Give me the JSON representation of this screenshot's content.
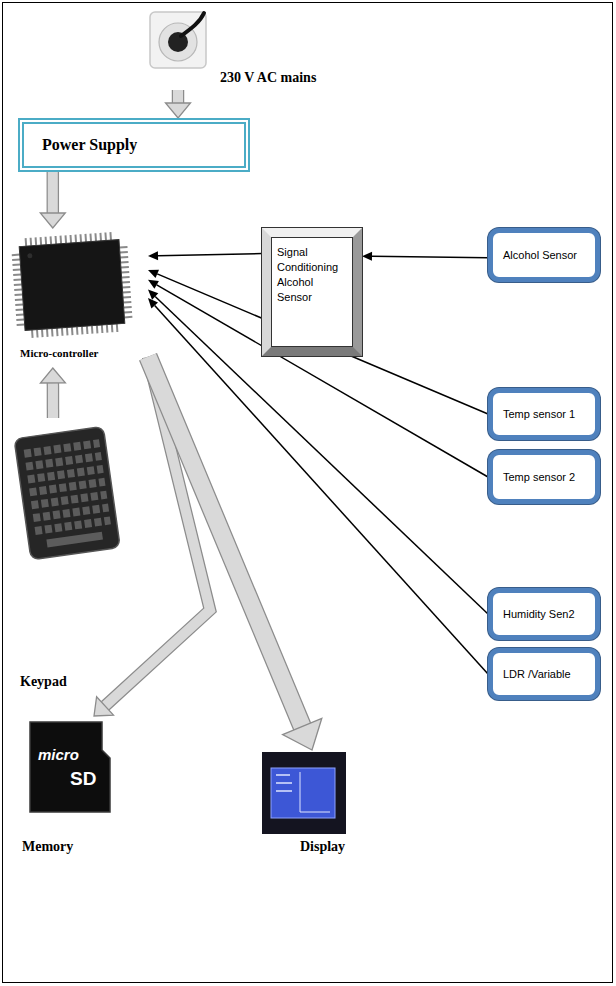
{
  "diagram": {
    "nodes": [
      {
        "text": [
          "230 V AC mains"
        ]
      },
      {
        "text": [
          "Power Supply"
        ]
      },
      {
        "text": [
          "Signal Conditioning Alcohol Sensor"
        ]
      },
      {
        "text": [
          "Alcohol Sensor"
        ]
      },
      {
        "text": [
          "Micro-controller"
        ]
      },
      {
        "text": [
          "Temp sensor 1"
        ]
      },
      {
        "text": [
          "Temp sensor 2"
        ]
      },
      {
        "text": [
          "Humidity Sen2"
        ]
      },
      {
        "text": [
          "LDR /Variable"
        ]
      },
      {
        "text": [
          "Keypad"
        ]
      },
      {
        "text": [
          "Memory"
        ]
      },
      {
        "text": [
          "Display"
        ]
      }
    ],
    "edges": [
      {
        "from": 0,
        "to": 1,
        "arrow": "to"
      },
      {
        "from": 1,
        "to": 4,
        "arrow": "to"
      },
      {
        "from": 3,
        "to": 2,
        "arrow": "to"
      },
      {
        "from": 2,
        "to": 4,
        "arrow": "to"
      },
      {
        "from": 5,
        "to": 4,
        "arrow": "to"
      },
      {
        "from": 6,
        "to": 4,
        "arrow": "to"
      },
      {
        "from": 7,
        "to": 4,
        "arrow": "to"
      },
      {
        "from": 8,
        "to": 4,
        "arrow": "to"
      },
      {
        "from": 9,
        "to": 4,
        "arrow": "to"
      },
      {
        "from": 4,
        "to": 10,
        "arrow": "to"
      },
      {
        "from": 4,
        "to": 11,
        "arrow": "to"
      }
    ],
    "labels": [
      "micro",
      "SD"
    ]
  }
}
